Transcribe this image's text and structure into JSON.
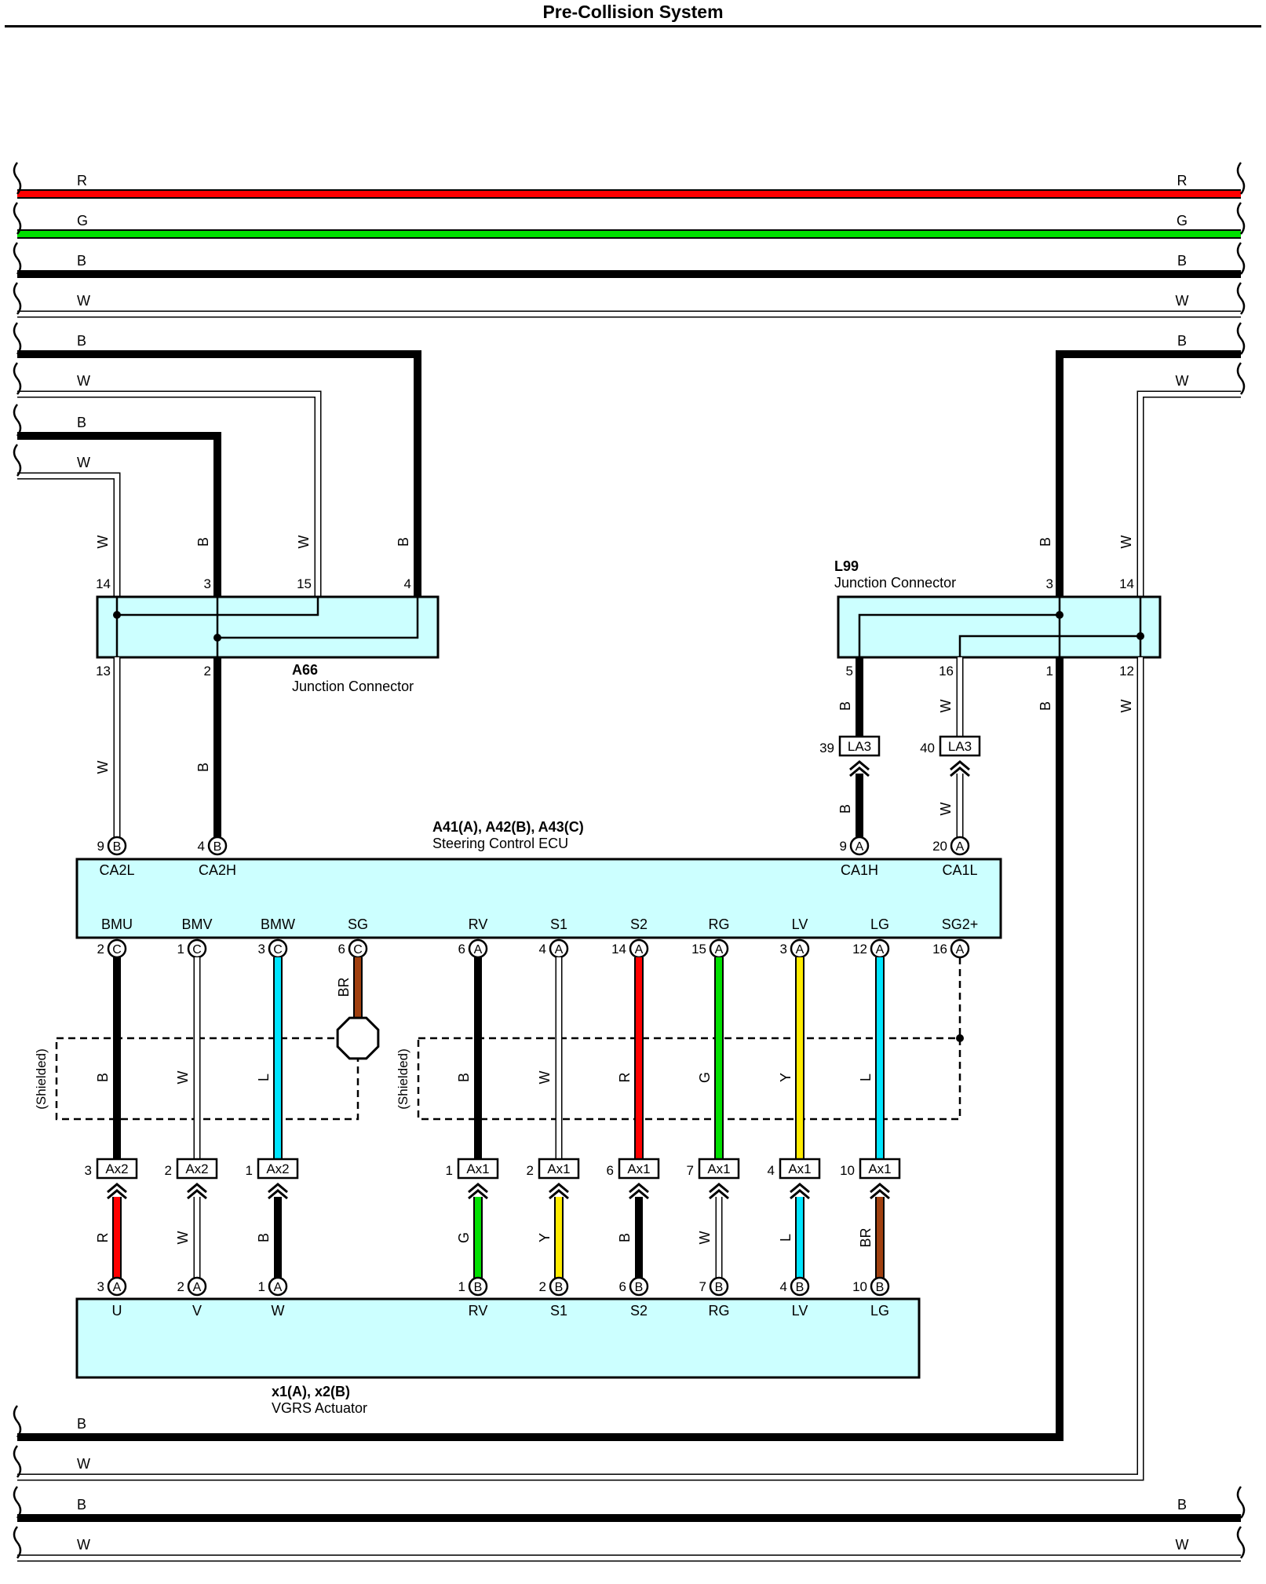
{
  "page": {
    "title": "Pre-Collision System"
  },
  "colors": {
    "R": "#ff0000",
    "G": "#00e000",
    "B": "#000000",
    "W": "#ffffff",
    "L": "#00e5ff",
    "Y": "#ffeb00",
    "BR": "#a0400f",
    "connector_fill": "#ccffff",
    "outline": "#000000"
  },
  "harness": {
    "top_buses": [
      {
        "color": "R",
        "left_label": "R",
        "right_label": "R"
      },
      {
        "color": "G",
        "left_label": "G",
        "right_label": "G"
      },
      {
        "color": "B",
        "left_label": "B",
        "right_label": "B"
      },
      {
        "color": "W",
        "left_label": "W",
        "right_label": "W"
      }
    ],
    "left_wires": [
      {
        "color": "B",
        "label": "B"
      },
      {
        "color": "W",
        "label": "W"
      },
      {
        "color": "B",
        "label": "B"
      },
      {
        "color": "W",
        "label": "W"
      }
    ],
    "right_wires": [
      {
        "color": "B",
        "label": "B"
      },
      {
        "color": "W",
        "label": "W"
      }
    ],
    "bottom_buses": [
      {
        "color": "B",
        "left_label": "B"
      },
      {
        "color": "W",
        "left_label": "W"
      },
      {
        "color": "B",
        "left_label": "B",
        "right_label": "B"
      },
      {
        "color": "W",
        "left_label": "W",
        "right_label": "W"
      }
    ]
  },
  "components": {
    "a66": {
      "code": "A66",
      "name": "Junction Connector",
      "top_pins": [
        "14",
        "3",
        "15",
        "4"
      ],
      "bottom_pins": [
        "13",
        "2"
      ],
      "wire_labels_above": [
        "W",
        "B",
        "W",
        "B"
      ],
      "wire_labels_below": [
        "W",
        "B"
      ]
    },
    "l99": {
      "code": "L99",
      "name": "Junction Connector",
      "top_pins": [
        "3",
        "14"
      ],
      "bottom_pins": [
        "5",
        "16",
        "1",
        "12"
      ],
      "wire_labels_above": [
        "B",
        "W"
      ],
      "wire_labels_below": [
        "B",
        "W",
        "B",
        "W"
      ]
    },
    "la3": [
      {
        "code": "LA3",
        "pin": "39",
        "wire_above": "B",
        "wire_below": "B"
      },
      {
        "code": "LA3",
        "pin": "40",
        "wire_above": "W",
        "wire_below": "W"
      }
    ],
    "ecu": {
      "code": "A41(A), A42(B), A43(C)",
      "name": "Steering Control ECU",
      "top_terminals": [
        {
          "pin": "9",
          "conn": "B",
          "name": "CA2L"
        },
        {
          "pin": "4",
          "conn": "B",
          "name": "CA2H"
        },
        {
          "pin": "9",
          "conn": "A",
          "name": "CA1H"
        },
        {
          "pin": "20",
          "conn": "A",
          "name": "CA1L"
        }
      ],
      "bottom_terminals": [
        {
          "pin": "2",
          "conn": "C",
          "name": "BMU",
          "wire": "B"
        },
        {
          "pin": "1",
          "conn": "C",
          "name": "BMV",
          "wire": "W"
        },
        {
          "pin": "3",
          "conn": "C",
          "name": "BMW",
          "wire": "L"
        },
        {
          "pin": "6",
          "conn": "C",
          "name": "SG",
          "wire": "BR"
        },
        {
          "pin": "6",
          "conn": "A",
          "name": "RV",
          "wire": "B"
        },
        {
          "pin": "4",
          "conn": "A",
          "name": "S1",
          "wire": "W"
        },
        {
          "pin": "14",
          "conn": "A",
          "name": "S2",
          "wire": "R"
        },
        {
          "pin": "15",
          "conn": "A",
          "name": "RG",
          "wire": "G"
        },
        {
          "pin": "3",
          "conn": "A",
          "name": "LV",
          "wire": "Y"
        },
        {
          "pin": "12",
          "conn": "A",
          "name": "LG",
          "wire": "L"
        },
        {
          "pin": "16",
          "conn": "A",
          "name": "SG2+",
          "wire": ""
        }
      ]
    },
    "shields": [
      {
        "label": "(Shielded)"
      },
      {
        "label": "(Shielded)"
      }
    ],
    "ax_connectors": [
      {
        "code": "Ax2",
        "pin": "3",
        "wire_below": "R"
      },
      {
        "code": "Ax2",
        "pin": "2",
        "wire_below": "W"
      },
      {
        "code": "Ax2",
        "pin": "1",
        "wire_below": "B"
      },
      {
        "code": "Ax1",
        "pin": "1",
        "wire_below": "G"
      },
      {
        "code": "Ax1",
        "pin": "2",
        "wire_below": "Y"
      },
      {
        "code": "Ax1",
        "pin": "6",
        "wire_below": "B"
      },
      {
        "code": "Ax1",
        "pin": "7",
        "wire_below": "W"
      },
      {
        "code": "Ax1",
        "pin": "4",
        "wire_below": "L"
      },
      {
        "code": "Ax1",
        "pin": "10",
        "wire_below": "BR"
      }
    ],
    "actuator": {
      "code": "x1(A), x2(B)",
      "name": "VGRS Actuator",
      "terminals": [
        {
          "pin": "3",
          "conn": "A",
          "name": "U"
        },
        {
          "pin": "2",
          "conn": "A",
          "name": "V"
        },
        {
          "pin": "1",
          "conn": "A",
          "name": "W"
        },
        {
          "pin": "1",
          "conn": "B",
          "name": "RV"
        },
        {
          "pin": "2",
          "conn": "B",
          "name": "S1"
        },
        {
          "pin": "6",
          "conn": "B",
          "name": "S2"
        },
        {
          "pin": "7",
          "conn": "B",
          "name": "RG"
        },
        {
          "pin": "4",
          "conn": "B",
          "name": "LV"
        },
        {
          "pin": "10",
          "conn": "B",
          "name": "LG"
        }
      ]
    }
  }
}
